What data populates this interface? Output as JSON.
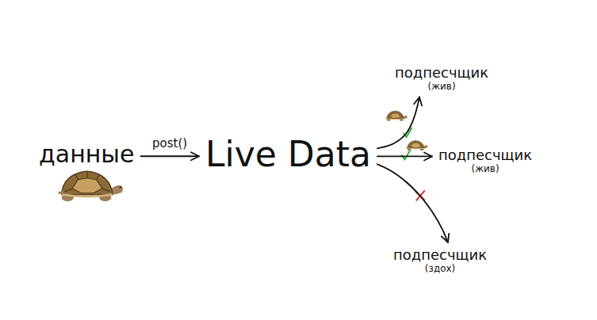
{
  "diagram": {
    "nodes": [
      {
        "text": [
          "данные"
        ]
      },
      {
        "text": [
          "Live Data"
        ]
      },
      {
        "text": [
          "подпесчщик",
          "(жив)"
        ]
      },
      {
        "text": [
          "подпесчщик",
          "(жив)"
        ]
      },
      {
        "text": [
          "подпесчщик",
          "(здох)"
        ]
      }
    ],
    "edges": [
      {
        "from": 0,
        "to": 1,
        "label": "post()",
        "arrow": "to"
      },
      {
        "from": 1,
        "to": 2,
        "arrow": "to"
      },
      {
        "from": 1,
        "to": 3,
        "arrow": "to"
      },
      {
        "from": 1,
        "to": 4,
        "arrow": "to"
      }
    ]
  }
}
